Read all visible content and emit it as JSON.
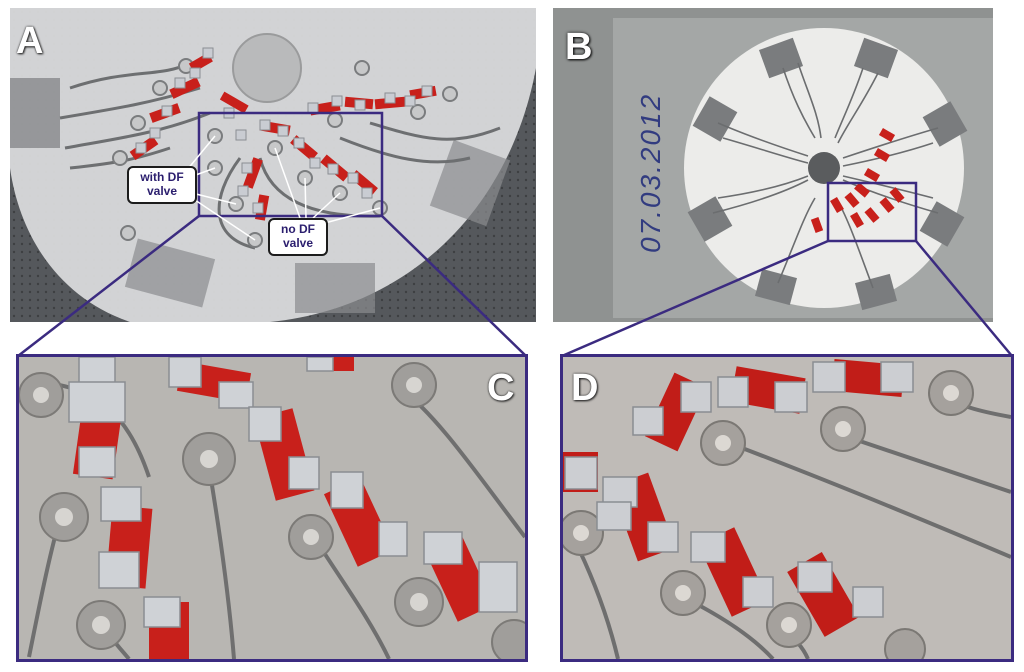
{
  "figure": {
    "panels": [
      {
        "id": "A",
        "label": "A"
      },
      {
        "id": "B",
        "label": "B"
      },
      {
        "id": "C",
        "label": "C"
      },
      {
        "id": "D",
        "label": "D"
      }
    ],
    "callouts": {
      "with_df_line1": "with DF",
      "with_df_line2": "valve",
      "no_df_line1": "no DF",
      "no_df_line2": "valve"
    },
    "handwritten_date": "07.03.2012",
    "colors": {
      "frame": "#3b2b80",
      "red_dye": "#c8201b",
      "foil": "#c9ccd2",
      "callout_text": "#2b1e6e"
    }
  }
}
